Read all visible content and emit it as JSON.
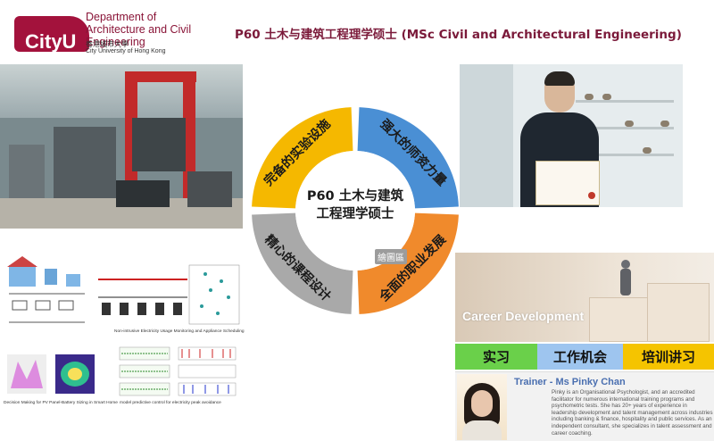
{
  "header": {
    "logo_text": "CityU",
    "dept_line1": "Department of",
    "dept_line2": "Architecture and Civil Engineering",
    "university_cn": "香港城市大學",
    "university_en": "City University of Hong Kong",
    "title": "P60 土木与建筑工程理学硕士 (MSc Civil and Architectural Engineering)"
  },
  "diagram": {
    "center_line1": "P60 土木与建筑",
    "center_line2": "工程理学硕士",
    "segments": [
      {
        "label": "完备的实验设施",
        "color": "#f5b800"
      },
      {
        "label": "强大的师资力量",
        "color": "#4a8fd4"
      },
      {
        "label": "全面的职业发展",
        "color": "#f08a2c"
      },
      {
        "label": "精心的课程设计",
        "color": "#a9a9a9"
      }
    ],
    "watermark": "繪圖區"
  },
  "research": {
    "caption1": "Non-intrusive Electricity Usage Monitoring and Appliance Scheduling",
    "caption2": "Decision Making for PV Panel-Battery Sizing in Smart Home",
    "caption3": "model predictive control for electricity peak avoidance"
  },
  "career": {
    "title": "Career Development",
    "tags": [
      "实习",
      "工作机会",
      "培训讲习"
    ],
    "tag_colors": [
      "#6ad04a",
      "#9ec5ef",
      "#f5c400"
    ],
    "trainer_name": "Trainer - Ms Pinky Chan",
    "trainer_bio": "Pinky is an Organisational Psychologist, and an accredited facilitator for numerous international training programs and psychometric tests. She has 20+ years of experience in leadership development and talent management across industries including banking & finance, hospitality and public services. As an independent consultant, she specializes in talent assessment and career coaching."
  },
  "colors": {
    "brand": "#a3123c",
    "title": "#7b1a3a"
  }
}
